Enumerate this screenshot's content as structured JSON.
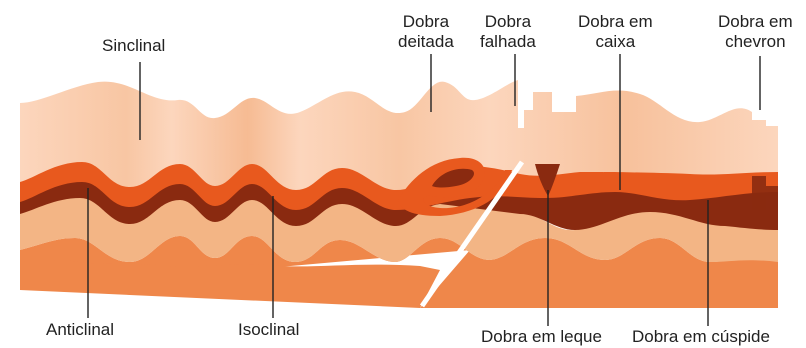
{
  "labels": {
    "sinclinal": "Sinclinal",
    "dobra_deitada": [
      "Dobra",
      "deitada"
    ],
    "dobra_falhada": [
      "Dobra",
      "falhada"
    ],
    "dobra_em_caixa": [
      "Dobra em",
      "caixa"
    ],
    "dobra_em_chevron": [
      "Dobra em",
      "chevron"
    ],
    "anticlinal": "Anticlinal",
    "isoclinal": "Isoclinal",
    "dobra_em_leque": "Dobra em leque",
    "dobra_em_cuspide": "Dobra em cúspide"
  },
  "colors": {
    "top_layer": "#fcd6bd",
    "orange_layer": "#e8591e",
    "dark_layer": "#8a2a10",
    "tan_layer": "#f3b585",
    "base_layer": "#ef874a",
    "fault": "#ffffff",
    "leader": "#222222"
  }
}
